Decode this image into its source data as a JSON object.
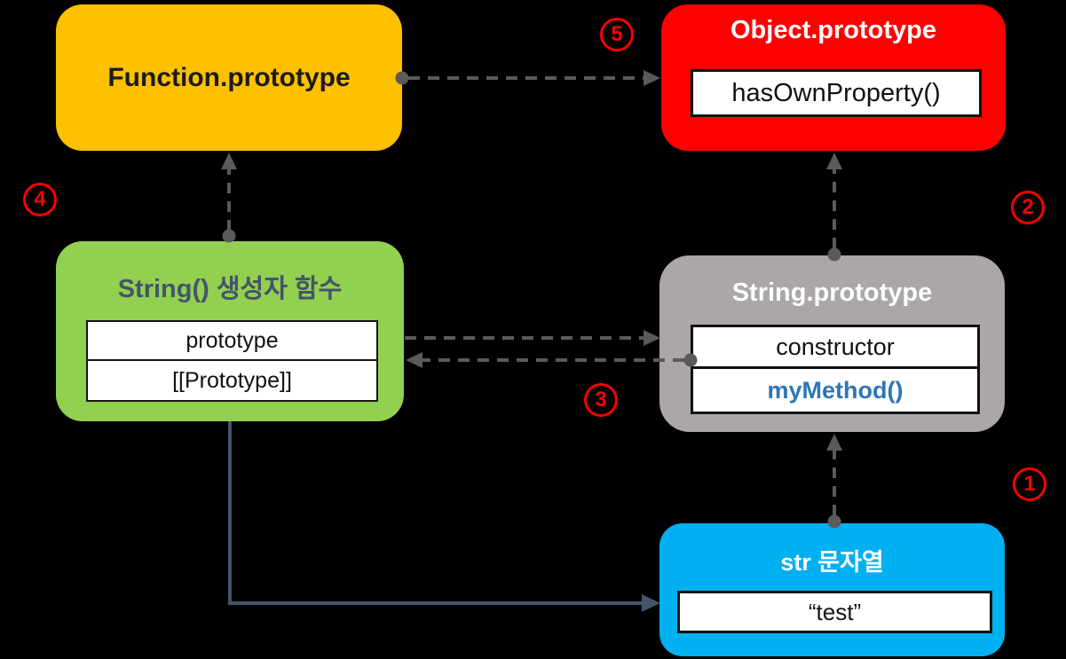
{
  "diagram": {
    "background": "#000000",
    "nodes": {
      "function_prototype": {
        "title": "Function.prototype",
        "fill": "#FFC000",
        "title_color": "#1B1B1B",
        "members": []
      },
      "object_prototype": {
        "title": "Object.prototype",
        "fill": "#FF0000",
        "title_color": "#FFFFFF",
        "members": [
          {
            "label": "hasOwnProperty()",
            "color": "#111111"
          }
        ]
      },
      "string_constructor": {
        "title": "String() 생성자 함수",
        "fill": "#92D050",
        "title_color": "#44546A",
        "members": [
          {
            "label": "prototype",
            "color": "#111111"
          },
          {
            "label": "[[Prototype]]",
            "color": "#111111"
          }
        ]
      },
      "string_prototype": {
        "title": "String.prototype",
        "fill": "#ABA7A7",
        "title_color": "#FFFFFF",
        "members": [
          {
            "label": "constructor",
            "color": "#111111"
          },
          {
            "label": "myMethod()",
            "color": "#2E75B6"
          }
        ]
      },
      "str_instance": {
        "title": "str 문자열",
        "fill": "#00B0F0",
        "title_color": "#FFFFFF",
        "members": [
          {
            "label": "“test”",
            "color": "#111111"
          }
        ]
      }
    },
    "badges": [
      {
        "value": "1"
      },
      {
        "value": "2"
      },
      {
        "value": "3"
      },
      {
        "value": "4"
      },
      {
        "value": "5"
      }
    ],
    "edges": [
      {
        "step": "1",
        "from": "str_instance",
        "to": "string_prototype",
        "style": "dashed"
      },
      {
        "step": "2",
        "from": "string_prototype",
        "to": "object_prototype",
        "style": "dashed"
      },
      {
        "step": "3",
        "from": "string_prototype",
        "to": "string_constructor",
        "style": "dashed"
      },
      {
        "step": "",
        "from": "string_constructor",
        "to": "string_prototype",
        "style": "dashed"
      },
      {
        "step": "4",
        "from": "string_constructor",
        "to": "function_prototype",
        "style": "dashed"
      },
      {
        "step": "5",
        "from": "function_prototype",
        "to": "object_prototype",
        "style": "dashed"
      },
      {
        "step": "",
        "from": "string_constructor",
        "to": "str_instance",
        "style": "solid"
      }
    ],
    "colors": {
      "dashed_arrow": "#5A5A5A",
      "solid_arrow": "#44546A",
      "badge": "#FF0000",
      "member_box_bg": "#FFFFFF",
      "member_box_border": "#111111"
    }
  }
}
